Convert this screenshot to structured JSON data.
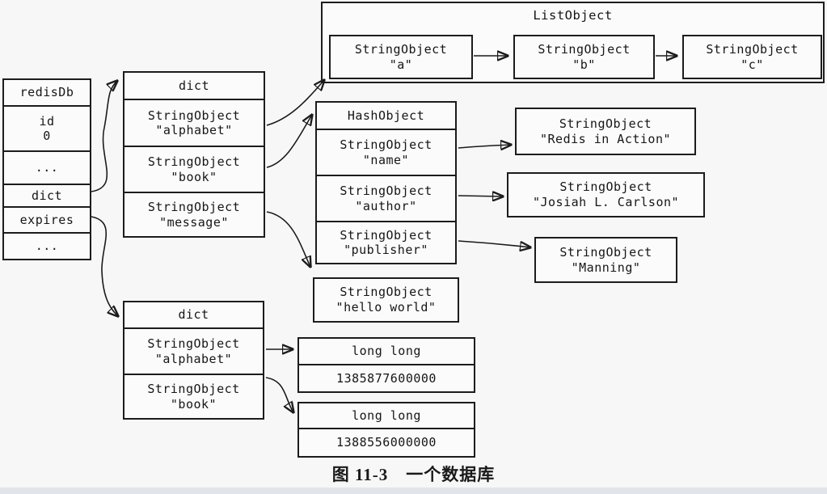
{
  "caption": "图 11-3　一个数据库",
  "colors": {
    "line": "#1b1b1b",
    "box_background": "#fbfbfb",
    "page_background": "#f7f7f7",
    "footer_bar": "#e1e4ea"
  },
  "redisdb": {
    "title": "redisDb",
    "id_label": "id",
    "id_value": "0",
    "dots_top": "...",
    "dict_label": "dict",
    "expires_label": "expires",
    "dots_bottom": "..."
  },
  "dict_main": {
    "header": "dict",
    "rows": [
      {
        "type": "StringObject",
        "value": "\"alphabet\""
      },
      {
        "type": "StringObject",
        "value": "\"book\""
      },
      {
        "type": "StringObject",
        "value": "\"message\""
      }
    ]
  },
  "list_object": {
    "title": "ListObject",
    "items": [
      {
        "type": "StringObject",
        "value": "\"a\""
      },
      {
        "type": "StringObject",
        "value": "\"b\""
      },
      {
        "type": "StringObject",
        "value": "\"c\""
      }
    ]
  },
  "hash_object": {
    "header": "HashObject",
    "rows": [
      {
        "type": "StringObject",
        "value": "\"name\""
      },
      {
        "type": "StringObject",
        "value": "\"author\""
      },
      {
        "type": "StringObject",
        "value": "\"publisher\""
      }
    ]
  },
  "values": {
    "name_value": {
      "type": "StringObject",
      "value": "\"Redis in Action\""
    },
    "author_value": {
      "type": "StringObject",
      "value": "\"Josiah L. Carlson\""
    },
    "publisher_value": {
      "type": "StringObject",
      "value": "\"Manning\""
    },
    "message_value": {
      "type": "StringObject",
      "value": "\"hello world\""
    }
  },
  "dict_expires": {
    "header": "dict",
    "rows": [
      {
        "type": "StringObject",
        "value": "\"alphabet\""
      },
      {
        "type": "StringObject",
        "value": "\"book\""
      }
    ]
  },
  "expire_times": [
    {
      "header": "long long",
      "value": "1385877600000"
    },
    {
      "header": "long long",
      "value": "1388556000000"
    }
  ]
}
